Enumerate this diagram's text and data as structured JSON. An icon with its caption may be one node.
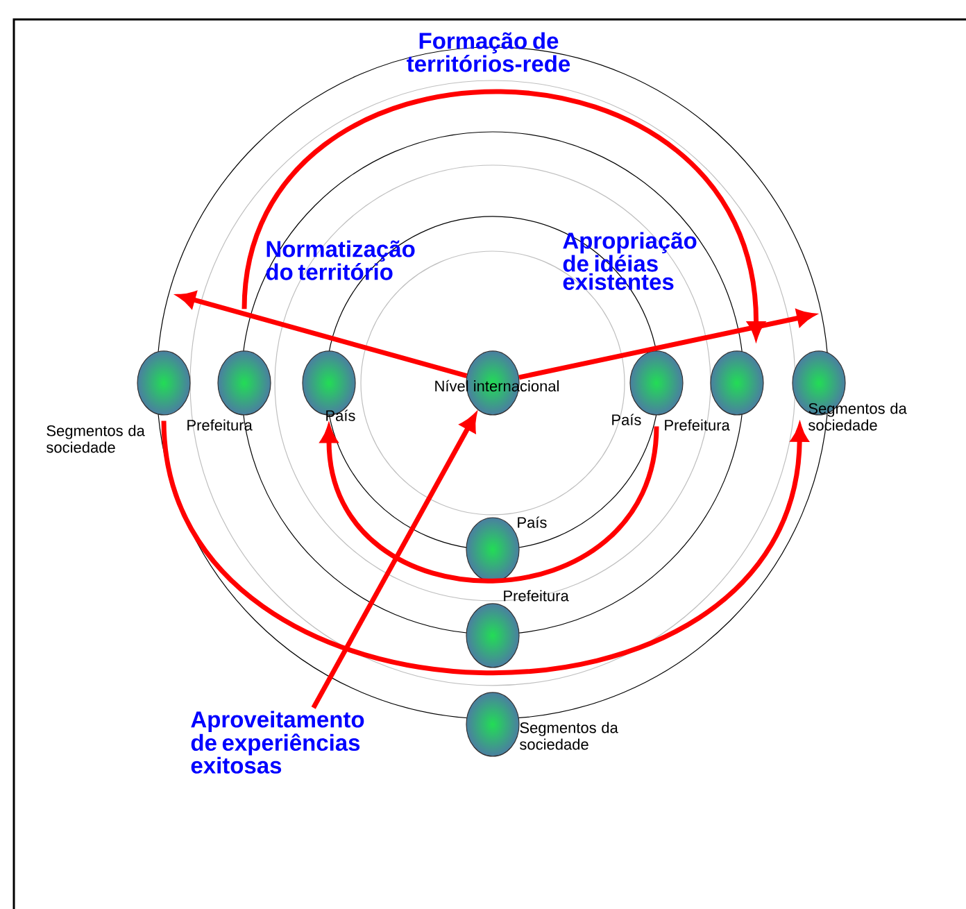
{
  "diagram": {
    "nodes": [
      {
        "text": [
          "Nível internacional"
        ]
      },
      {
        "text": [],
        "shape": "circle",
        "beside": [
          "Segmentos da sociedade"
        ]
      },
      {
        "text": [],
        "shape": "circle",
        "beside": [
          "Prefeitura"
        ]
      },
      {
        "text": [],
        "shape": "circle",
        "beside": [
          "País"
        ]
      },
      {
        "text": [],
        "shape": "circle",
        "beside": [
          "País"
        ]
      },
      {
        "text": [],
        "shape": "circle",
        "beside": [
          "Prefeitura"
        ]
      },
      {
        "text": [],
        "shape": "circle",
        "beside": [
          "Segmentos da sociedade"
        ]
      },
      {
        "text": [],
        "shape": "circle",
        "beside": [
          "País"
        ]
      },
      {
        "text": [],
        "shape": "circle",
        "beside": [
          "Prefeitura"
        ]
      },
      {
        "text": [],
        "shape": "circle",
        "beside": [
          "Segmentos da sociedade"
        ]
      },
      {
        "text": [
          "Aproveitamento de experiências exitosas"
        ]
      }
    ],
    "edges": [
      {
        "from": 0,
        "to": null,
        "arrow": "to"
      },
      {
        "from": 0,
        "to": null,
        "arrow": "to"
      },
      {
        "from": 2,
        "to": 5,
        "arrow": "to"
      },
      {
        "from": 4,
        "to": 3,
        "arrow": "to"
      },
      {
        "from": 1,
        "to": 6,
        "arrow": "to"
      },
      {
        "from": 10,
        "to": 0,
        "arrow": "to"
      }
    ],
    "labels": [
      "Formação de territórios-rede",
      "Normatização do território",
      "Apropriação de idéias existentes"
    ]
  }
}
